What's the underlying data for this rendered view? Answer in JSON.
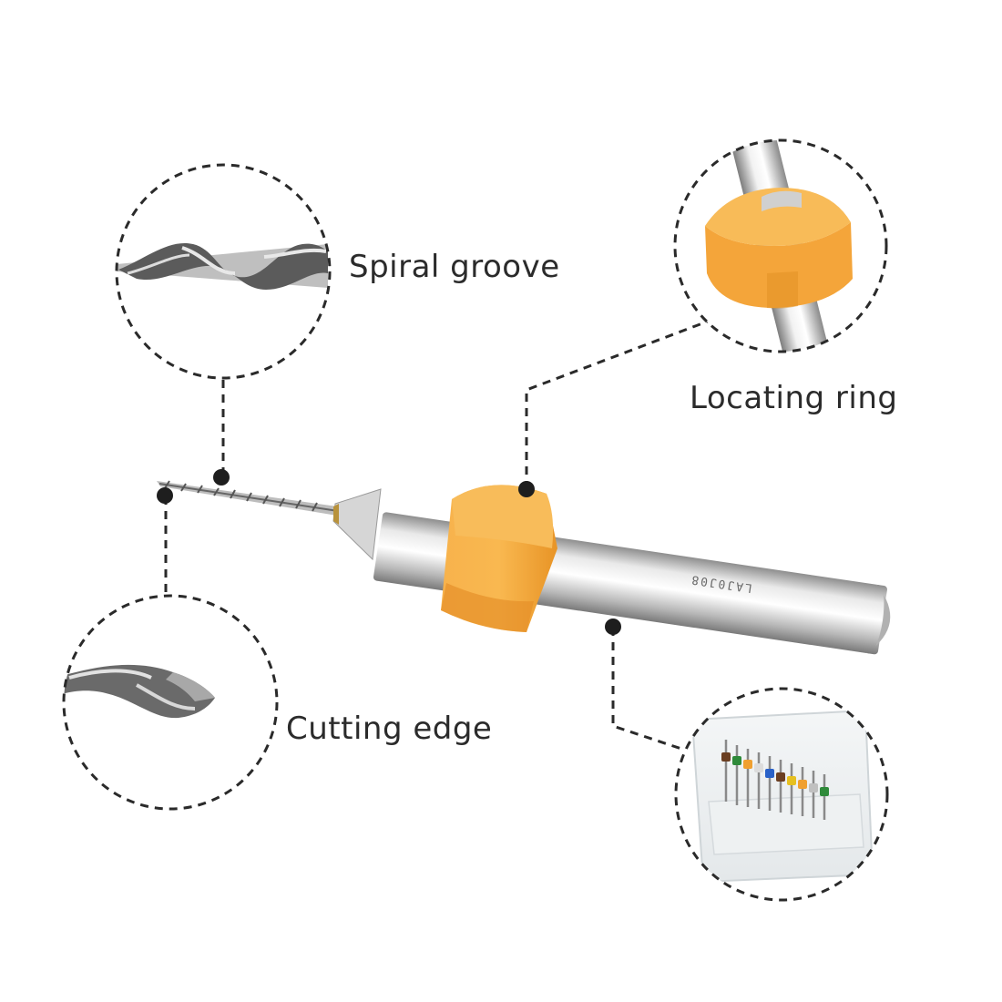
{
  "callouts": {
    "spiral_groove": "Spiral groove",
    "locating_ring": "Locating ring",
    "cutting_edge": "Cutting edge"
  },
  "shank_marking": "LAJ0J08",
  "colors": {
    "ring": "#f5a93a",
    "ring_shade": "#e08a1c",
    "steel": "#c9c9c9",
    "dash": "#2a2a2a",
    "label": "#2b2b2b"
  },
  "icons": {
    "spiral_groove_detail": "drill-flute-closeup-icon",
    "locating_ring_detail": "orange-ring-closeup-icon",
    "cutting_edge_detail": "drill-tip-closeup-icon",
    "kit_detail": "drill-bit-set-box-icon"
  }
}
